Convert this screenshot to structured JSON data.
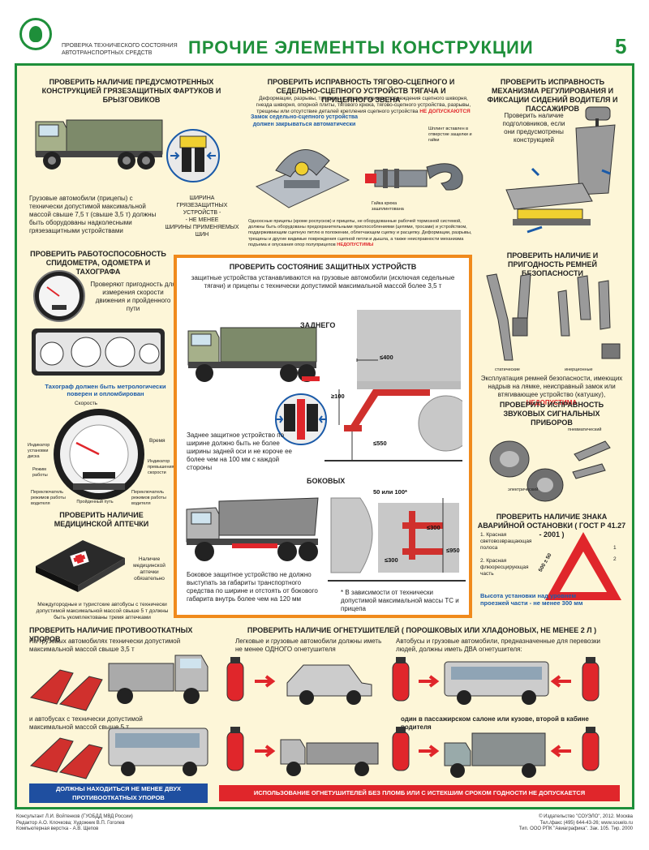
{
  "header": {
    "subtitle_line1": "ПРОВЕРКА ТЕХНИЧЕСКОГО СОСТОЯНИЯ",
    "subtitle_line2": "АВТОТРАНСПОРТНЫХ СРЕДСТВ",
    "title": "ПРОЧИЕ ЭЛЕМЕНТЫ КОНСТРУКЦИИ",
    "page_number": "5"
  },
  "mudflaps": {
    "title": "ПРОВЕРИТЬ НАЛИЧИЕ ПРЕДУСМОТРЕННЫХ КОНСТРУКЦИЕЙ ГРЯЗЕЗАЩИТНЫХ ФАРТУКОВ И БРЫЗГОВИКОВ",
    "text": "Грузовые автомобили (прицепы) с технически допустимой максимальной массой свыше 7,5 т (свыше 3,5 т) должны быть оборудованы надколесными грязезащитными устройствами",
    "note_l1": "ШИРИНА",
    "note_l2": "ГРЯЗЕЗАЩИТНЫХ УСТРОЙСТВ -",
    "note_l3": "- НЕ МЕНЕЕ",
    "note_l4": "ШИРИНЫ ПРИМЕНЯЕМЫХ ШИН"
  },
  "coupling": {
    "title": "ПРОВЕРИТЬ ИСПРАВНОСТЬ ТЯГОВО-СЦЕПНОГО И СЕДЕЛЬНО-СЦЕПНОГО УСТРОЙСТВ ТЯГАЧА И ПРИЦЕПНОГО ЗВЕНА",
    "text": "Деформации, разрывы, трещины и другие видимые повреждения сцепного шкворня, гнезда шкворня, опорной плиты, тягового крюка, тягово-сцепного устройства, разрывы, трещины или отсутствие деталей крепления сцепного устройства",
    "not_allowed": "НЕ ДОПУСКАЮТСЯ",
    "lock_note": "Замок седельно-сцепного устройства должен закрываться автоматически",
    "pin_note": "Шплинт вставлен в отверстие защелки и гайки",
    "nut_note": "Гайка крюка зашплинтована",
    "bottom_text": "Одноосные прицепы (кроме роспусков) и прицепы, не оборудованные рабочей тормозной системой, должны быть оборудованы предохранительными приспособлениями (цепями, тросами) и устройством, поддерживающим сцепную петлю в положении, облегчающем сцепку и расцепку. Деформации, разрывы, трещины и другие видимые повреждения сцепной петли и дышла, а также неисправности механизма подъема и опускания опор полуприцепов",
    "bottom_red": "НЕДОПУСТИМЫ"
  },
  "seats": {
    "title": "ПРОВЕРИТЬ ИСПРАВНОСТЬ МЕХАНИЗМА РЕГУЛИРОВАНИЯ И ФИКСАЦИИ СИДЕНИЙ ВОДИТЕЛЯ И ПАССАЖИРОВ",
    "text": "Проверить наличие подголовников, если они предусмотрены конструкцией"
  },
  "speedometer": {
    "title": "ПРОВЕРИТЬ РАБОТОСПОСОБНОСТЬ СПИДОМЕТРА, ОДОМЕТРА И ТАХОГРАФА",
    "text": "Проверяют пригодность для измерения скорости движения и пройденного пути",
    "tacho_note": "Тахограф должен быть метрологически поверен и опломбирован",
    "labels": {
      "speed": "Скорость",
      "time": "Время",
      "disc": "Индикатор установки диска",
      "modes": "Режим работы",
      "over": "Индикатор превышения скорости",
      "sw1": "Переключатель режимов работы водителя",
      "path": "Пройденный путь",
      "sw2": "Переключатель режимов работы водителя"
    }
  },
  "firstaid": {
    "title": "ПРОВЕРИТЬ НАЛИЧИЕ МЕДИЦИНСКОЙ АПТЕЧКИ",
    "side": "Наличие медицинской аптечки обязательно",
    "text": "Междугородные и туристские автобусы с технически допустимой максимальной массой свыше 5 т должны быть укомплектованы тремя аптечками"
  },
  "guards": {
    "title": "ПРОВЕРИТЬ СОСТОЯНИЕ ЗАЩИТНЫХ УСТРОЙСТВ",
    "intro": "защитные устройства устанавливаются на грузовые автомобили (исключая седельные тягачи) и прицепы с технически допустимой максимальной массой более 3,5 т",
    "rear_label": "ЗАДНЕГО",
    "rear_text": "Заднее защитное устройство по ширине должно быть не более ширины задней оси и не короче ее более чем на 100 мм с каждой стороны",
    "side_label": "БОКОВЫХ",
    "side_text": "Боковое защитное устройство не должно выступать за габариты транспортного средства по ширине и отстоять от бокового габарита внутрь более чем на 120 мм",
    "footnote": "* В зависимости от технически допустимой максимальной массы ТС и прицепа",
    "dims": {
      "d400": "≤400",
      "d100": "≥100",
      "d550": "≤550",
      "d50": "50 или 100*",
      "d300a": "≤300",
      "d300b": "≤300",
      "d950": "≤950"
    }
  },
  "belts": {
    "title": "ПРОВЕРИТЬ НАЛИЧИЕ И ПРИГОДНОСТЬ РЕМНЕЙ БЕЗОПАСНОСТИ",
    "lab1": "статические",
    "lab2": "инерционные",
    "text": "Эксплуатация ремней безопасности, имеющих надрыв на лямке, неисправный замок или втягивающее устройство (катушку),",
    "red": "НЕДОПУСТИМА"
  },
  "horns": {
    "title": "ПРОВЕРИТЬ ИСПРАВНОСТЬ ЗВУКОВЫХ СИГНАЛЬНЫХ ПРИБОРОВ",
    "pneu": "пневматический",
    "elec": "электрический"
  },
  "triangle": {
    "title": "ПРОВЕРИТЬ НАЛИЧИЕ ЗНАКА АВАРИЙНОЙ ОСТАНОВКИ ( ГОСТ Р 41.27 - 2001 )",
    "item1": "1. Красная световозвращающая полоса",
    "item2": "2. Красная флюоресцирующая часть",
    "size": "500 ± 50",
    "n1": "1",
    "n2": "2",
    "height_note": "Высота установки над уровнем проезжей части - не менее 300 мм"
  },
  "chocks": {
    "title": "ПРОВЕРИТЬ НАЛИЧИЕ ПРОТИВООТКАТНЫХ УПОРОВ",
    "text1": "На грузовых автомобилях технически допустимой максимальной массой свыше 3,5 т",
    "text2": "и автобусах с технически допустимой максимальной массой свыше 5 т",
    "banner": "ДОЛЖНЫ НАХОДИТЬСЯ НЕ МЕНЕЕ ДВУХ ПРОТИВООТКАТНЫХ УПОРОВ"
  },
  "extinguishers": {
    "title": "ПРОВЕРИТЬ НАЛИЧИЕ ОГНЕТУШИТЕЛЕЙ ( порошковых или хладоновых, не менее 2 л )",
    "text1": "Легковые и грузовые автомобили должны иметь не менее ОДНОГО огнетушителя",
    "text2": "Автобусы и грузовые автомобили, предназначенные для перевозки людей, должны иметь ДВА огнетушителя:",
    "text3": "один в пассажирском салоне или кузове, второй в кабине водителя",
    "banner": "ИСПОЛЬЗОВАНИЕ ОГНЕТУШИТЕЛЕЙ БЕЗ ПЛОМБ ИЛИ С ИСТЕКШИМ СРОКОМ ГОДНОСТИ НЕ ДОПУСКАЕТСЯ"
  },
  "footer": {
    "left1": "Консультант Л.И. Войтенков (ГУОБДД МВД России)",
    "left2": "Редактор А.О. Клочкова; Художник В.П. Гоголев",
    "left3": "Компьютерная верстка - А.В. Щепов",
    "right1": "© Издательство \"СОУЭЛО\", 2012. Москва",
    "right2": "Тел./факс (495) 644-43-26; www.souelo.ru",
    "right3": "Тип. ООО РПК \"Авиаграфика\". Зак. 105. Тир. 2000"
  },
  "colors": {
    "frame_green": "#1e8f3a",
    "panel_bg": "#fdf6d8",
    "accent_red": "#e0262b",
    "banner_blue": "#1f4fa0",
    "guard_orange": "#f08a1c"
  }
}
